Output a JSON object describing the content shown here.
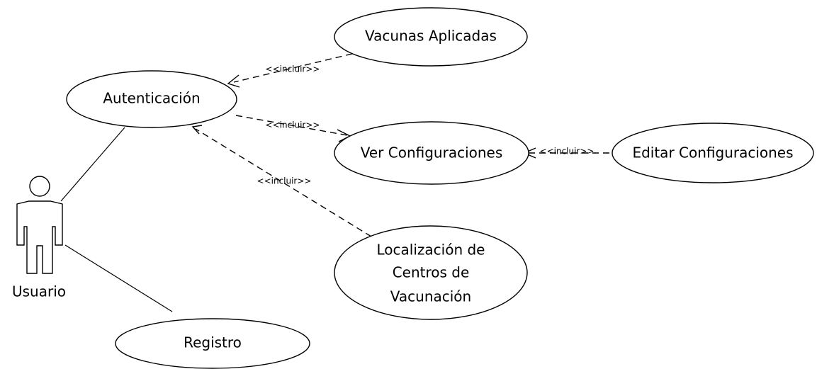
{
  "diagram": {
    "actor": {
      "label": "Usuario"
    },
    "use_cases": {
      "autenticacion": "Autenticación",
      "vacunas": "Vacunas Aplicadas",
      "ver_config": "Ver Configuraciones",
      "editar_config": "Editar Configuraciones",
      "localizacion_1": "Localización de",
      "localizacion_2": "Centros de",
      "localizacion_3": "Vacunación",
      "registro": "Registro"
    },
    "relations": {
      "incluir_vacunas": "<<incluir>>",
      "incluir_ver": "<<incluir>>",
      "incluir_editar": "<<incluir>>",
      "incluir_localizacion": "<<incluir>>"
    }
  }
}
